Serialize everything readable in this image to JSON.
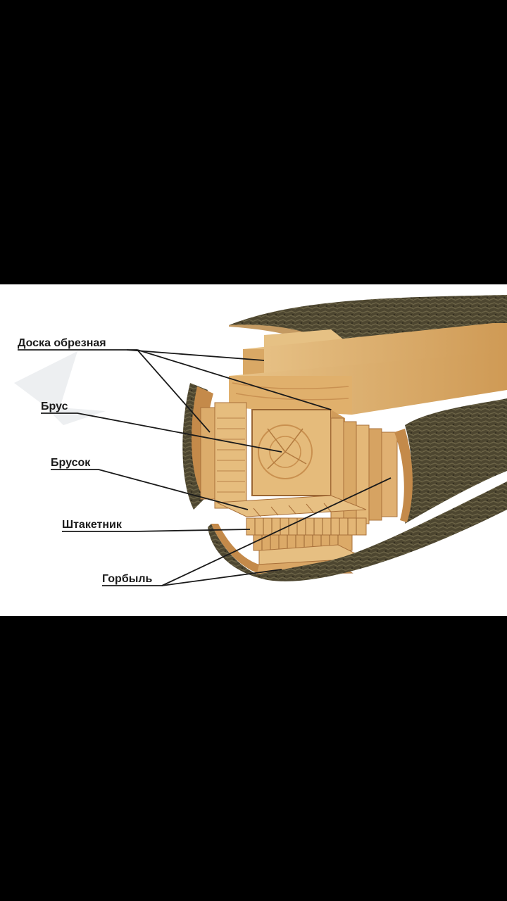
{
  "diagram": {
    "labels": {
      "board": "Доска обрезная",
      "beam": "Брус",
      "bar": "Брусок",
      "picket": "Штакетник",
      "slab": "Горбыль"
    },
    "colors": {
      "background": "#000000",
      "photo_background": "#ffffff",
      "wood_light": "#e2b97a",
      "wood_mid": "#cf9a55",
      "wood_dark": "#a9703a",
      "bark": "#4d4630",
      "leader_line": "#1a1a1a"
    }
  }
}
